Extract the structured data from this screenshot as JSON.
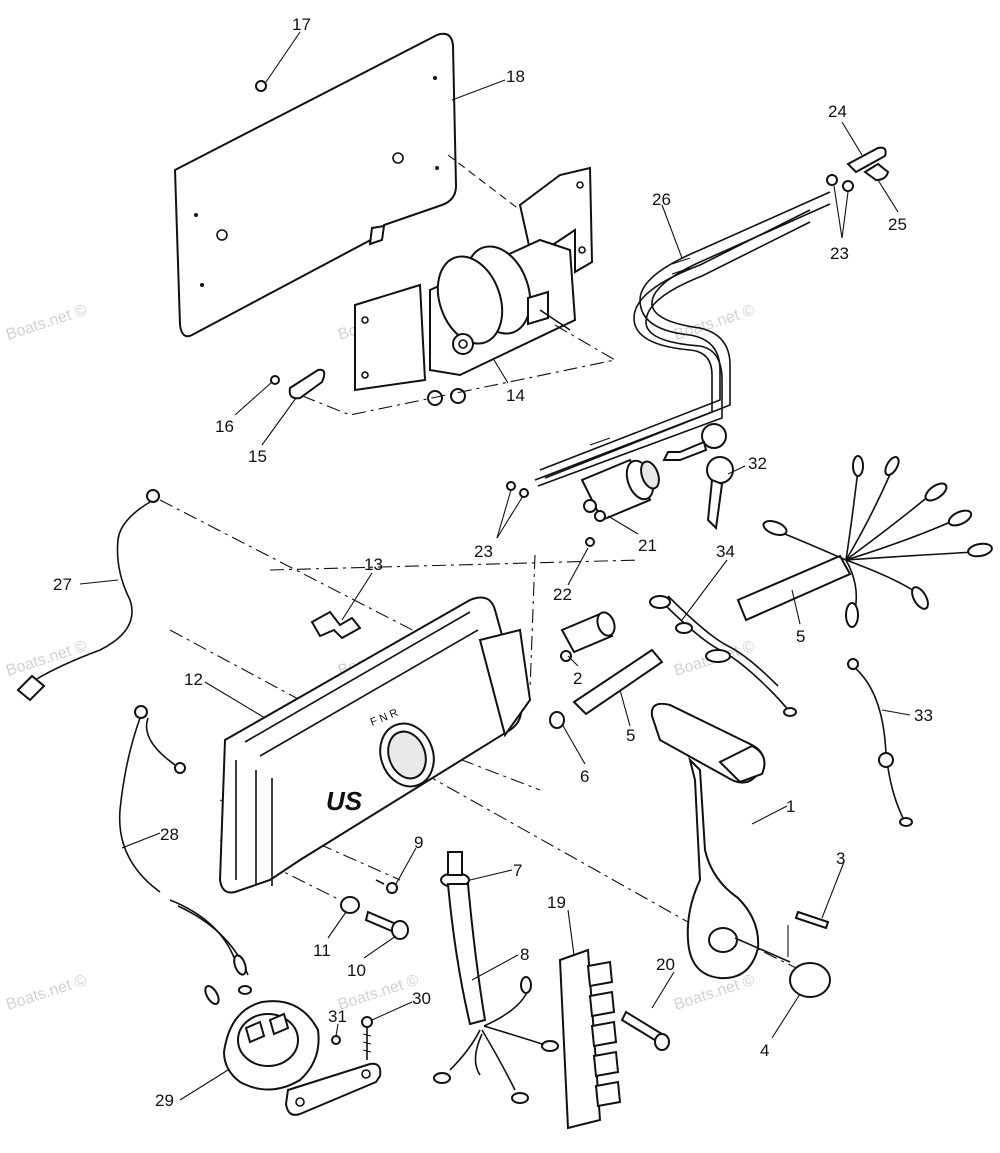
{
  "watermark": "Boats.net ©",
  "callouts": [
    {
      "id": "c17",
      "text": "17"
    },
    {
      "id": "c18",
      "text": "18"
    },
    {
      "id": "c24",
      "text": "24"
    },
    {
      "id": "c26",
      "text": "26"
    },
    {
      "id": "c23a",
      "text": "23"
    },
    {
      "id": "c25",
      "text": "25"
    },
    {
      "id": "c14",
      "text": "14"
    },
    {
      "id": "c16",
      "text": "16"
    },
    {
      "id": "c15",
      "text": "15"
    },
    {
      "id": "c32",
      "text": "32"
    },
    {
      "id": "c23b",
      "text": "23"
    },
    {
      "id": "c21",
      "text": "21"
    },
    {
      "id": "c22",
      "text": "22"
    },
    {
      "id": "c34",
      "text": "34"
    },
    {
      "id": "c13",
      "text": "13"
    },
    {
      "id": "c27",
      "text": "27"
    },
    {
      "id": "c5a",
      "text": "5"
    },
    {
      "id": "c2",
      "text": "2"
    },
    {
      "id": "c12",
      "text": "12"
    },
    {
      "id": "c5b",
      "text": "5"
    },
    {
      "id": "c33",
      "text": "33"
    },
    {
      "id": "c6",
      "text": "6"
    },
    {
      "id": "c1",
      "text": "1"
    },
    {
      "id": "c28",
      "text": "28"
    },
    {
      "id": "c9",
      "text": "9"
    },
    {
      "id": "c7",
      "text": "7"
    },
    {
      "id": "c3",
      "text": "3"
    },
    {
      "id": "c19",
      "text": "19"
    },
    {
      "id": "c11",
      "text": "11"
    },
    {
      "id": "c10",
      "text": "10"
    },
    {
      "id": "c8",
      "text": "8"
    },
    {
      "id": "c20",
      "text": "20"
    },
    {
      "id": "c31",
      "text": "31"
    },
    {
      "id": "c30",
      "text": "30"
    },
    {
      "id": "c4",
      "text": "4"
    },
    {
      "id": "c29",
      "text": "29"
    }
  ],
  "housing": {
    "logo": "US",
    "shift_letters": "F  N  R"
  }
}
